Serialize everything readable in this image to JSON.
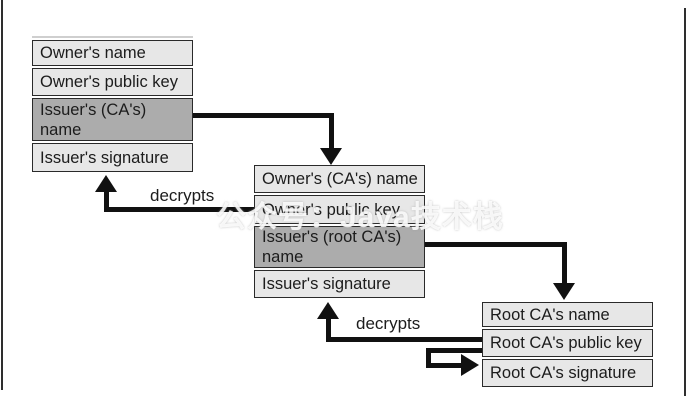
{
  "watermark": {
    "text": "公众号：Java技术栈"
  },
  "diagram": {
    "boxes": [
      {
        "name": "owner-certificate",
        "rows": [
          {
            "label": "Owner's name"
          },
          {
            "label": "Owner's public key"
          },
          {
            "label": "Issuer's (CA's)\nname"
          },
          {
            "label": "Issuer's signature"
          }
        ]
      },
      {
        "name": "intermediate-ca-certificate",
        "rows": [
          {
            "label": "Owner's (CA's) name"
          },
          {
            "label": "Owner's public key"
          },
          {
            "label": "Issuer's (root CA's)\nname"
          },
          {
            "label": "Issuer's signature"
          }
        ]
      },
      {
        "name": "root-ca-certificate",
        "rows": [
          {
            "label": "Root CA's name"
          },
          {
            "label": "Root CA's public key"
          },
          {
            "label": "Root CA's signature"
          }
        ]
      }
    ],
    "arrow_labels": [
      {
        "text": "decrypts"
      },
      {
        "text": "decrypts"
      }
    ],
    "colors": {
      "cell_light": "#e7e7e7",
      "cell_dark": "#acacac",
      "cell_border": "#2a2a2a",
      "arrow": "#111111",
      "text": "#1c1c1c",
      "watermark_text": "#f2f2f2"
    }
  }
}
